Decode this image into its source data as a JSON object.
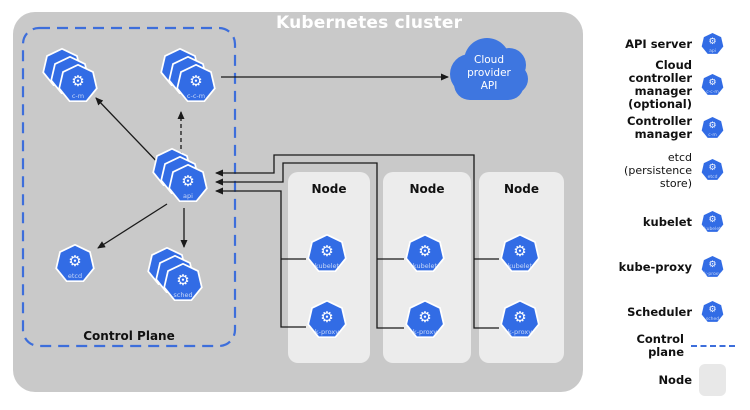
{
  "title": "Kubernetes cluster",
  "icon_glyph": "⚙",
  "cloud": {
    "label": "Cloud\nprovider\nAPI"
  },
  "control_plane": {
    "label": "Control Plane",
    "icons": {
      "cm": "c-m",
      "ccm": "c-c-m",
      "api": "api",
      "etcd": "etcd",
      "sched": "sched"
    }
  },
  "nodes": [
    {
      "title": "Node",
      "kubelet": "kubelet",
      "kproxy": "k-proxy"
    },
    {
      "title": "Node",
      "kubelet": "kubelet",
      "kproxy": "k-proxy"
    },
    {
      "title": "Node",
      "kubelet": "kubelet",
      "kproxy": "k-proxy"
    }
  ],
  "legend": {
    "rows": [
      {
        "label": "API server",
        "icon": "api"
      },
      {
        "label": "Cloud controller\nmanager\n(optional)",
        "icon": "c-c-m"
      },
      {
        "label": "Controller\nmanager",
        "icon": "c-m"
      },
      {
        "label": "etcd\n(persistence store)",
        "icon": "etcd"
      },
      {
        "label": "kubelet",
        "icon": "kubelet"
      },
      {
        "label": "kube-proxy",
        "icon": "k-proxy"
      },
      {
        "label": "Scheduler",
        "icon": "sched"
      },
      {
        "label": "Control plane"
      },
      {
        "label": "Node"
      }
    ]
  },
  "colors": {
    "kubernetes_blue": "#326ce5",
    "cloud_blue": "#3e76e0",
    "dashed_border_blue": "#3d6edb",
    "cluster_background": "#c9c9c9",
    "node_background": "#ececec"
  }
}
